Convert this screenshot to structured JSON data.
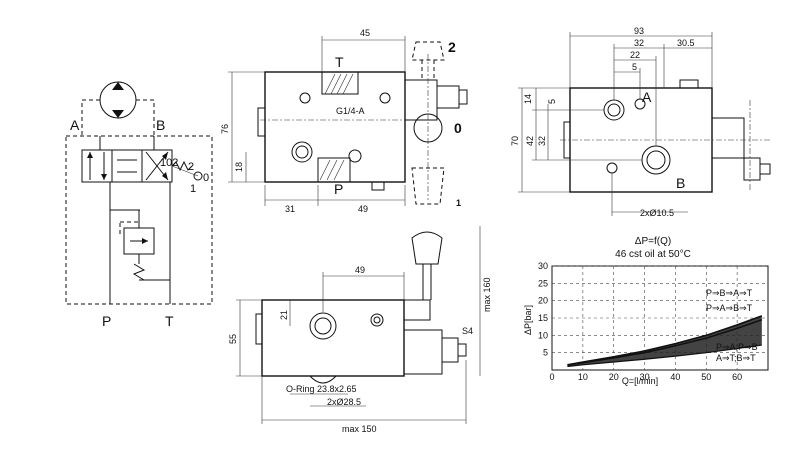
{
  "schematic": {
    "port_a": "A",
    "port_b": "B",
    "port_p": "P",
    "port_t": "T",
    "lever_positions": "102",
    "pos_2": "2",
    "pos_0": "0",
    "pos_1": "1"
  },
  "front_view": {
    "port_t": "T",
    "port_p": "P",
    "thread": "G1/4-A",
    "dim_top": "45",
    "dim_height": "76",
    "dim_18": "18",
    "dim_31": "31",
    "dim_49": "49",
    "pos_2": "2",
    "pos_0": "0",
    "pos_1": "1"
  },
  "side_view": {
    "port_a": "A",
    "port_b": "B",
    "dim_93": "93",
    "dim_32": "32",
    "dim_30_5": "30.5",
    "dim_22": "22",
    "dim_5_top": "5",
    "dim_14": "14",
    "dim_5_left": "5",
    "dim_42": "42",
    "dim_32_left": "32",
    "dim_70": "70",
    "bolt_holes": "2xØ10.5"
  },
  "bottom_view": {
    "dim_49": "49",
    "dim_21": "21",
    "dim_55": "55",
    "dim_max160": "max 160",
    "dim_s4": "S4",
    "oring": "O-Ring 23.8x2.65",
    "holes": "2xØ28.5",
    "dim_max150": "max 150"
  },
  "chart_data": {
    "type": "line",
    "title": "ΔP=f(Q)",
    "subtitle": "46 cst oil at 50°C",
    "xlabel": "Q=[l/min]",
    "ylabel": "ΔP[bar]",
    "xlim": [
      0,
      70
    ],
    "ylim": [
      0,
      30
    ],
    "xticks": [
      0,
      10,
      20,
      30,
      40,
      50,
      60
    ],
    "yticks": [
      5,
      10,
      15,
      20,
      25,
      30
    ],
    "grid": true,
    "series": [
      {
        "name": "P⇒B⇒A⇒T",
        "x": [
          5,
          10,
          20,
          30,
          40,
          50,
          60,
          68
        ],
        "values": [
          1.5,
          2.3,
          3.8,
          5.5,
          7.6,
          10.0,
          13.0,
          15.6
        ]
      },
      {
        "name": "P⇒A⇒B⇒T",
        "x": [
          5,
          10,
          20,
          30,
          40,
          50,
          60,
          68
        ],
        "values": [
          1.4,
          2.1,
          3.5,
          5.0,
          7.0,
          9.2,
          12.0,
          14.5
        ]
      },
      {
        "name": "P⇒A;P⇒B A⇒T;B⇒T",
        "x": [
          5,
          10,
          20,
          30,
          40,
          50,
          60,
          68
        ],
        "values": [
          1.0,
          1.5,
          2.3,
          3.1,
          4.0,
          5.0,
          6.2,
          7.2
        ]
      }
    ],
    "annotations": [
      "P⇒B⇒A⇒T",
      "P⇒A⇒B⇒T",
      "P⇒A;P⇒B",
      "A⇒T;B⇒T"
    ]
  }
}
